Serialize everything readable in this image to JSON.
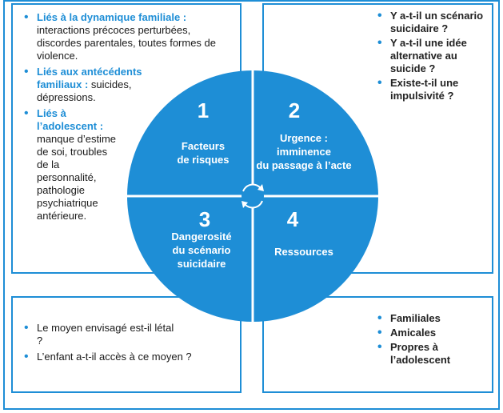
{
  "top_left": {
    "items": [
      {
        "heading": "Liés à la dynamique familiale :",
        "text": "interactions précoces perturbées, discordes parentales, toutes formes de violence."
      },
      {
        "heading": "Liés aux antécédents familiaux :",
        "text": "suicides, dépressions."
      },
      {
        "heading": "Liés à l’adolescent :",
        "text": "manque d’estime de soi, troubles de la personnalité, pathologie psychiatrique antérieure."
      }
    ]
  },
  "top_right": {
    "items": [
      "Y a-t-il un scénario suicidaire ?",
      "Y a-t-il une idée alternative au suicide ?",
      "Existe-t-il une impulsivité ?"
    ]
  },
  "bottom_left": {
    "items": [
      "Le moyen envisagé est-il létal ?",
      "L’enfant a-t-il accès à ce moyen ?"
    ]
  },
  "bottom_right": {
    "items": [
      "Familiales",
      "Amicales",
      "Propres à l’adolescent"
    ]
  },
  "quadrants": [
    {
      "number": "1",
      "label_lines": [
        "Facteurs",
        "de risques"
      ]
    },
    {
      "number": "2",
      "label_lines": [
        "Urgence :",
        "imminence",
        "du passage à l’acte"
      ]
    },
    {
      "number": "3",
      "label_lines": [
        "Dangerosité",
        "du scénario",
        "suicidaire"
      ]
    },
    {
      "number": "4",
      "label_lines": [
        "Ressources"
      ]
    }
  ],
  "colors": {
    "accent": "#1e8ed6",
    "circle": "#1e8ed6"
  },
  "icons": {
    "center": "cycle-arrows-icon"
  }
}
